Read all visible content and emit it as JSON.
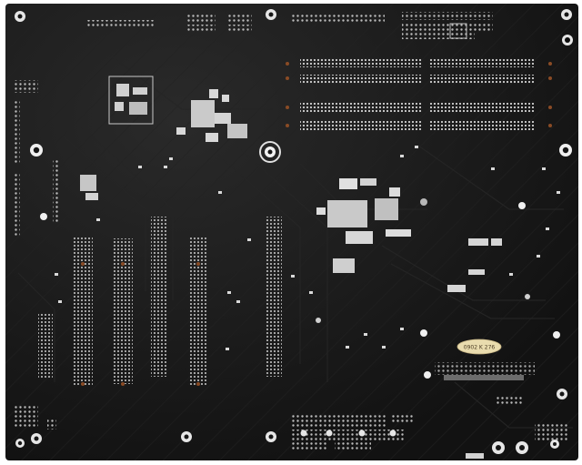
{
  "image": {
    "subject": "motherboard-underside",
    "board_color": "#161616",
    "trace_color": "#232323",
    "pin_color": "#bdbdbd",
    "pad_color": "#d9d9d9",
    "label_oval_color": "#e9dcae",
    "label_oval_text": "0902 K 276"
  },
  "regions": [
    {
      "name": "mounting-holes"
    },
    {
      "name": "dimm-slot-solder-rows"
    },
    {
      "name": "pcie-slot-solder-rows"
    },
    {
      "name": "cpu-socket-component-cluster"
    },
    {
      "name": "chipset-component-cluster"
    },
    {
      "name": "rear-io-connector-pins"
    },
    {
      "name": "production-date-label"
    }
  ]
}
